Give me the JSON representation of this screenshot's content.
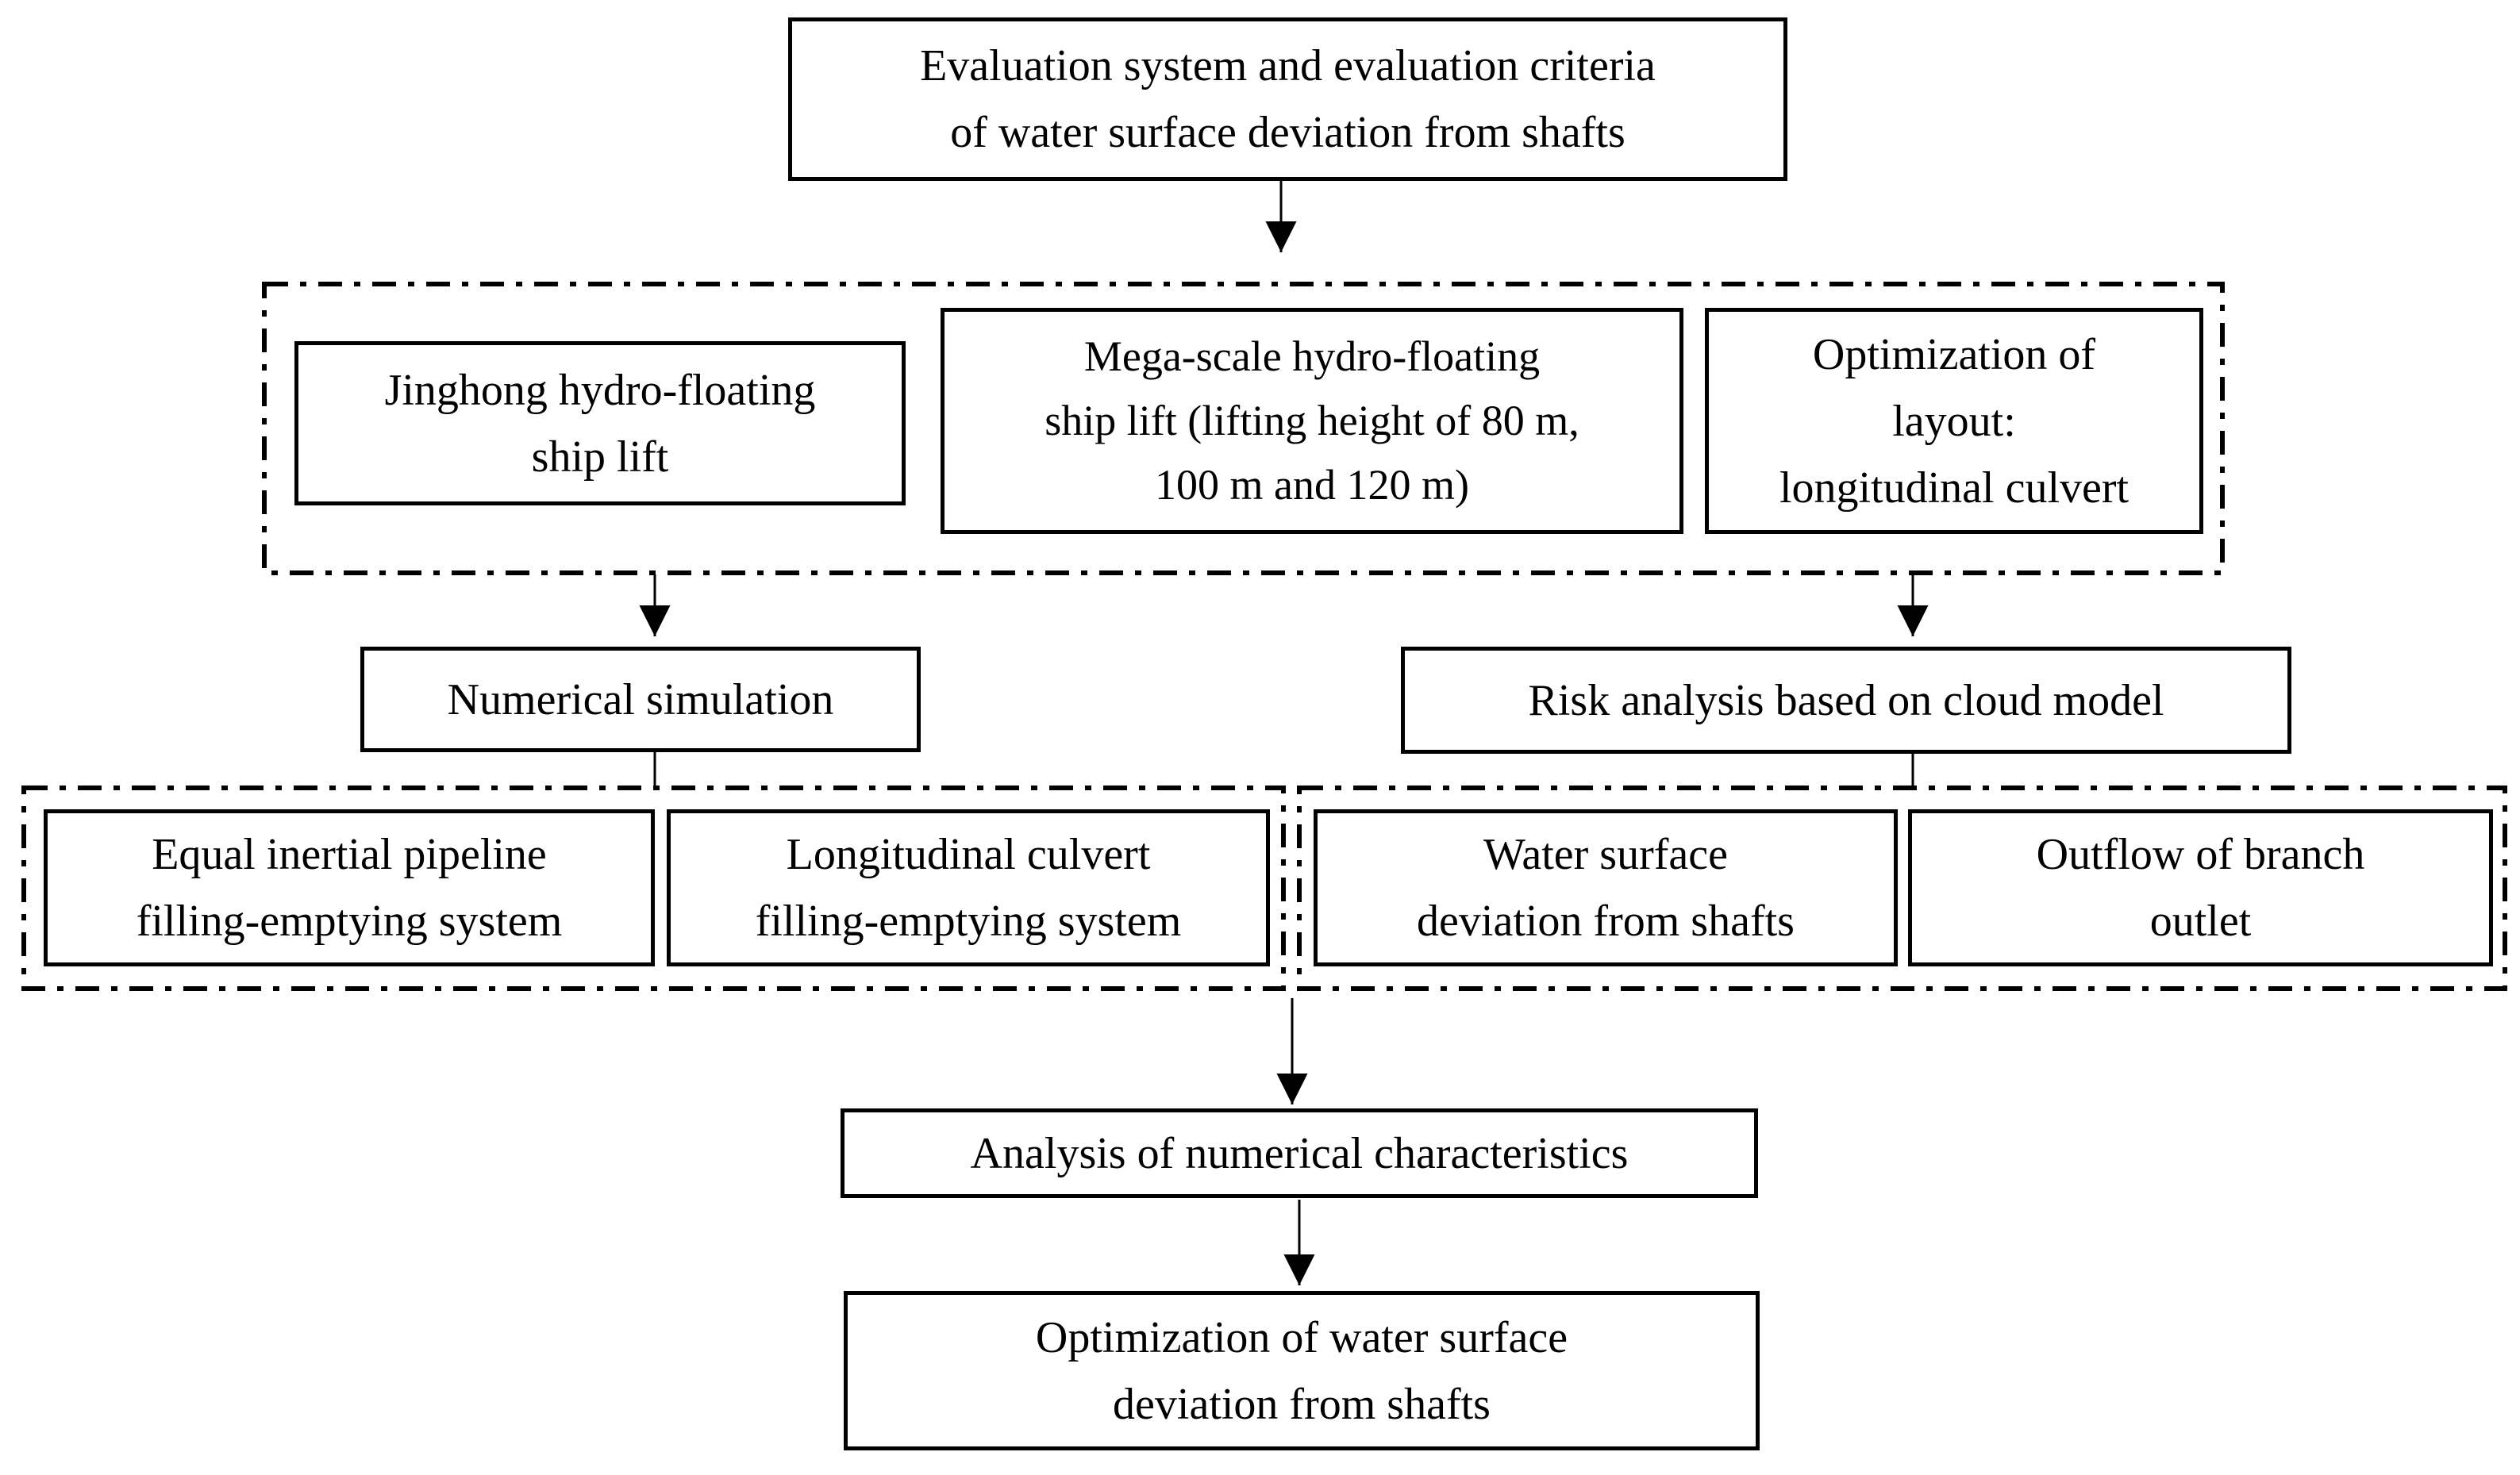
{
  "figure": {
    "type": "flowchart",
    "colors": {
      "background": "#ffffff",
      "line": "#000000",
      "text": "#000000"
    }
  },
  "nodes": {
    "evaluation_system": {
      "lines": [
        "Evaluation system and evaluation criteria",
        "of water surface deviation from shafts"
      ]
    },
    "jinghong": {
      "lines": [
        "Jinghong hydro-floating",
        "ship lift"
      ]
    },
    "mega_scale": {
      "lines": [
        "Mega-scale hydro-floating",
        "ship lift (lifting height of 80 m,",
        "100 m and 120 m)"
      ]
    },
    "optimization_layout": {
      "lines": [
        "Optimization of",
        "layout:",
        "longitudinal culvert"
      ]
    },
    "numerical_simulation": {
      "lines": [
        "Numerical simulation"
      ]
    },
    "risk_analysis": {
      "lines": [
        "Risk analysis based on cloud model"
      ]
    },
    "equal_inertial": {
      "lines": [
        "Equal inertial pipeline",
        "filling-emptying system"
      ]
    },
    "longitudinal_culvert": {
      "lines": [
        "Longitudinal culvert",
        "filling-emptying system"
      ]
    },
    "water_surface": {
      "lines": [
        "Water surface",
        "deviation from shafts"
      ]
    },
    "outflow": {
      "lines": [
        "Outflow of branch",
        "outlet"
      ]
    },
    "analysis_numerical": {
      "lines": [
        "Analysis of numerical characteristics"
      ]
    },
    "optimization_water": {
      "lines": [
        "Optimization of water surface",
        "deviation from shafts"
      ]
    }
  }
}
